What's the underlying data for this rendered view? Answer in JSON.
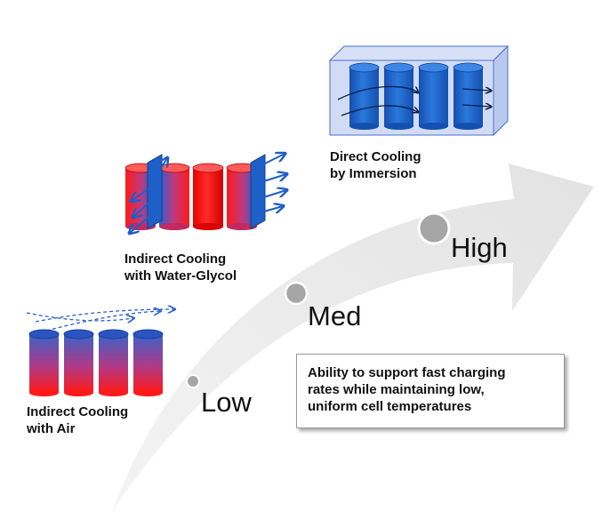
{
  "diagram": {
    "methods": [
      {
        "id": "air",
        "line1": "Indirect Cooling",
        "line2": "with Air"
      },
      {
        "id": "water-glycol",
        "line1": "Indirect Cooling",
        "line2": "with Water-Glycol"
      },
      {
        "id": "immersion",
        "line1": "Direct Cooling",
        "line2": "by Immersion"
      }
    ],
    "levels": [
      "Low",
      "Med",
      "High"
    ],
    "callout": {
      "line1": "Ability to support fast charging",
      "line2": "rates while maintaining low,",
      "line3": "uniform cell temperatures"
    },
    "colors": {
      "hot": "#ff1a1a",
      "cool": "#1a5fc8",
      "arrow": "#e6e6e6",
      "marker": "#a6a6a6",
      "immersion_fluid": "#c9d6f2"
    }
  }
}
